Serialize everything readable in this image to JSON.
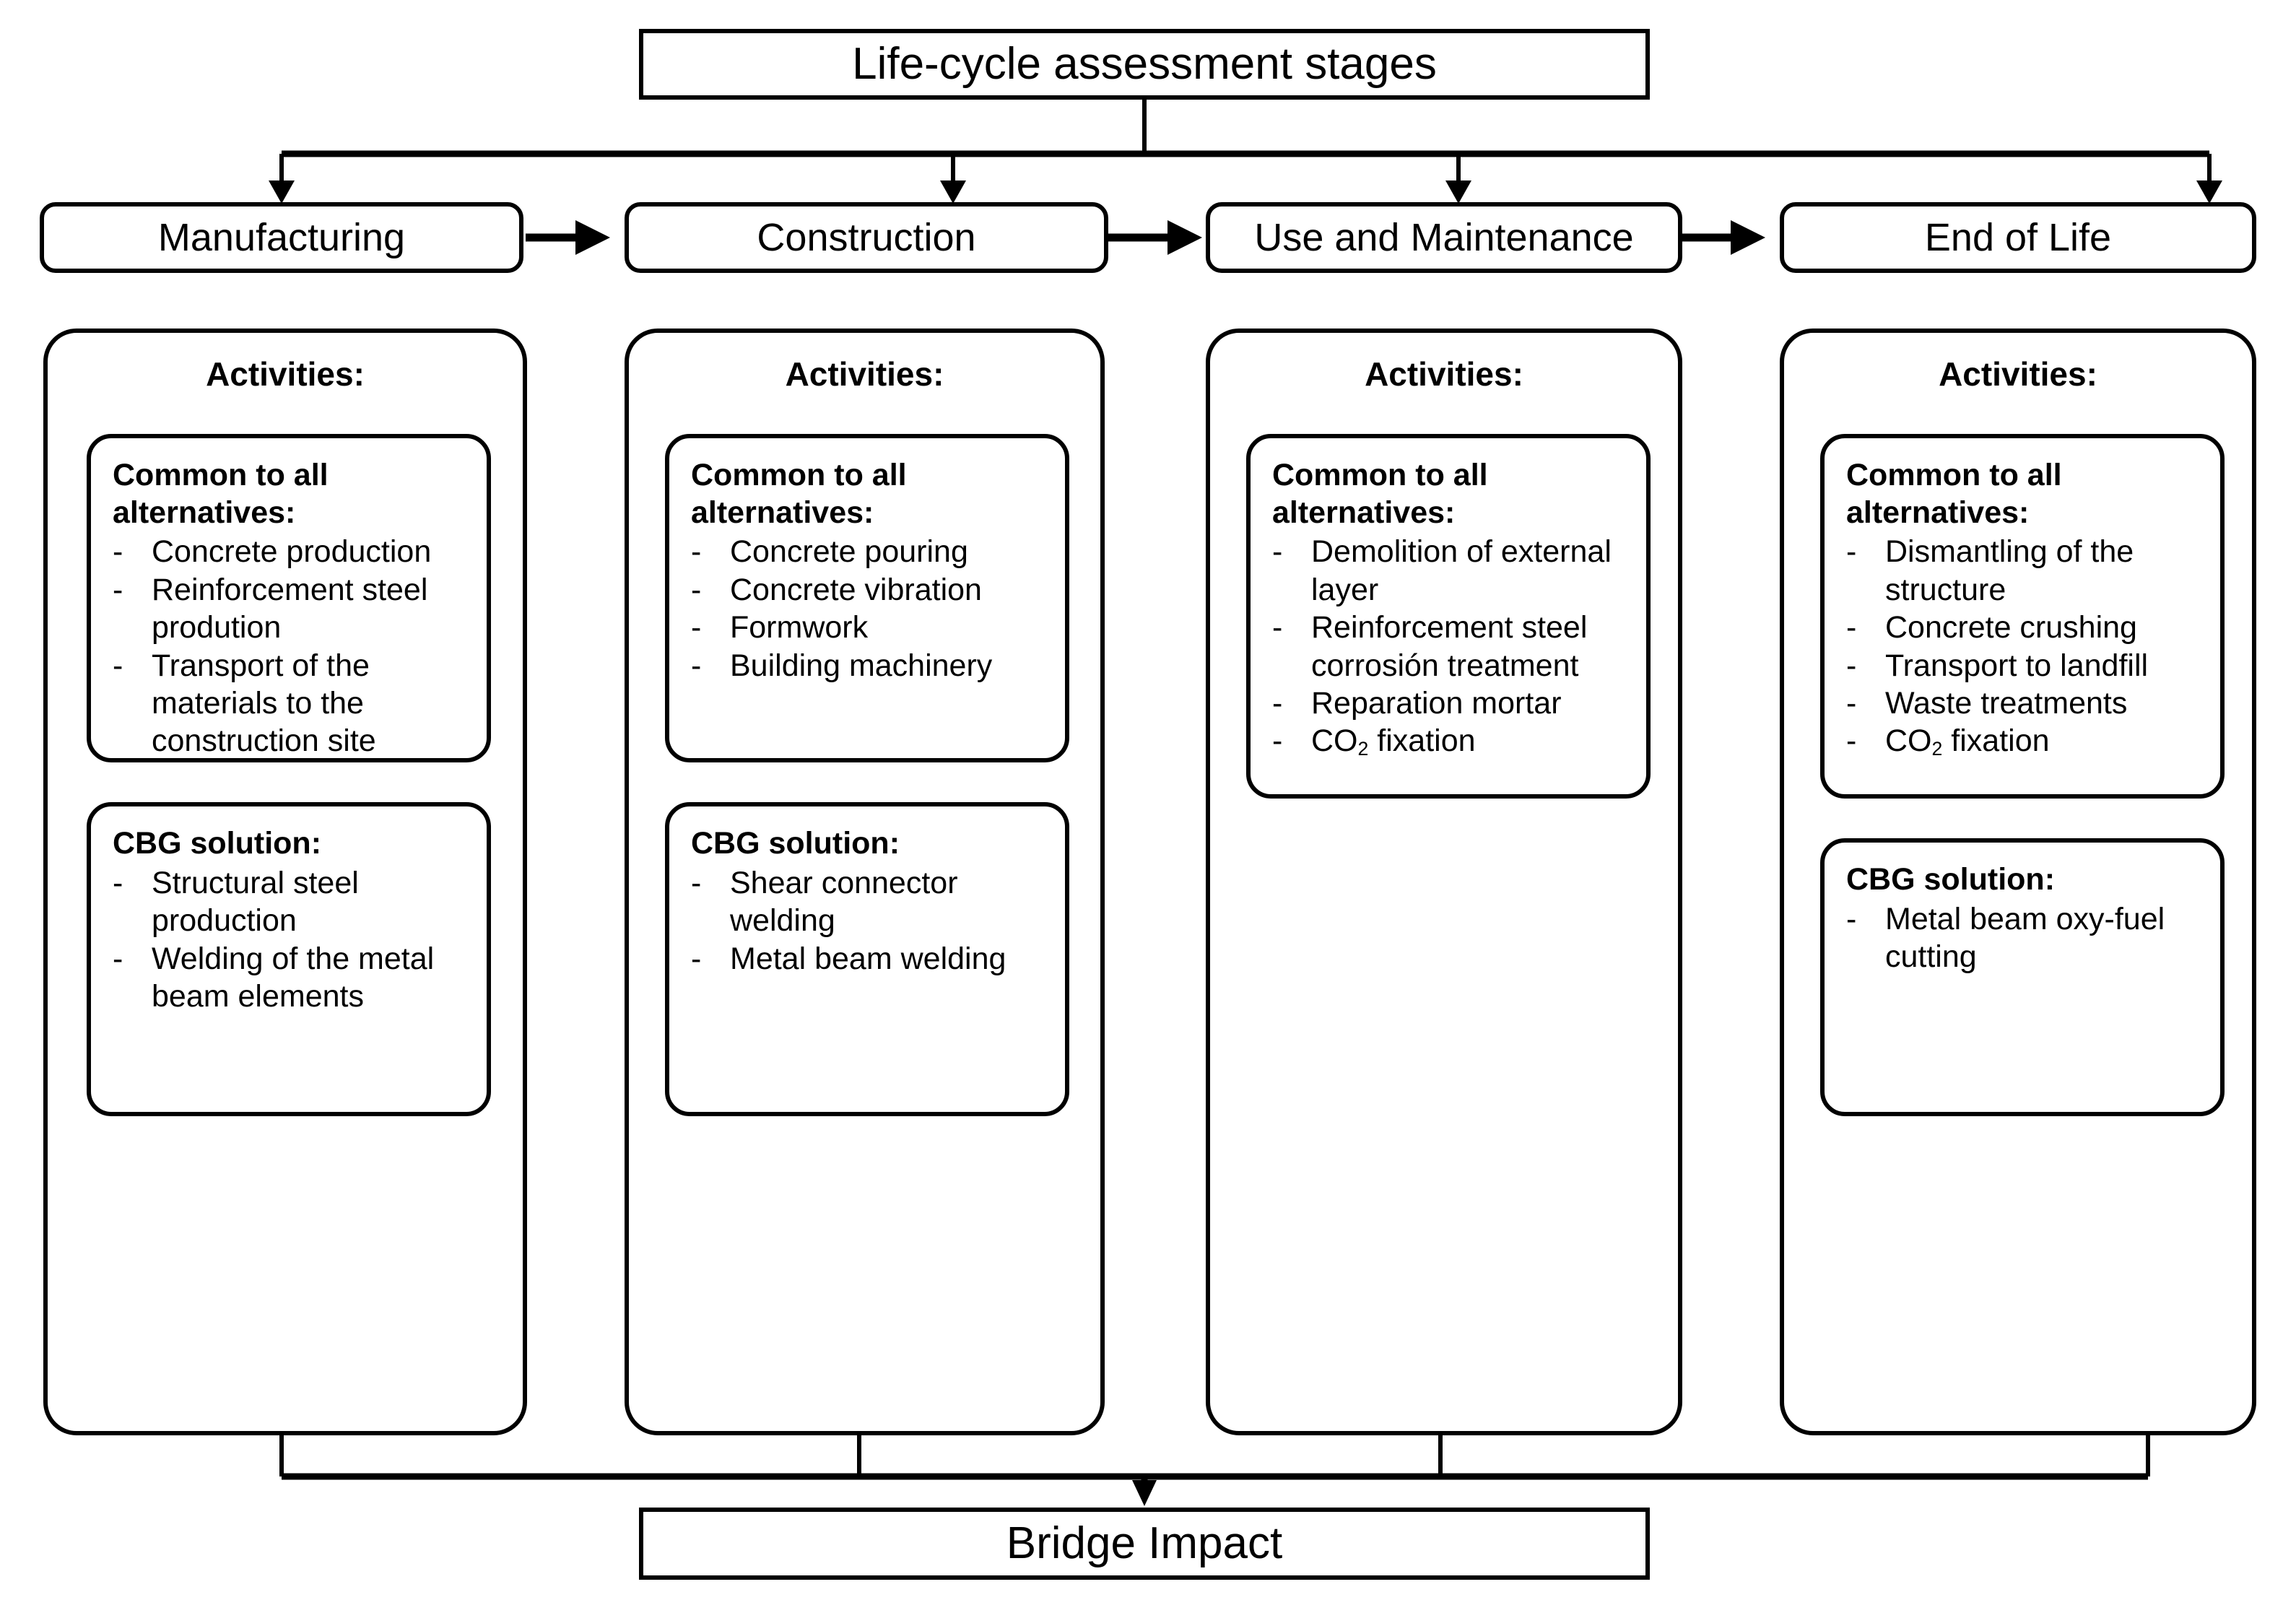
{
  "title": {
    "label": "Life-cycle assessment stages"
  },
  "bottom": {
    "label": "Bridge Impact"
  },
  "stages": [
    {
      "label": "Manufacturing"
    },
    {
      "label": "Construction"
    },
    {
      "label": "Use and Maintenance"
    },
    {
      "label": "End of Life"
    }
  ],
  "columns": [
    {
      "activities_heading": "Activities:",
      "common": {
        "title_line1": "Common to all",
        "title_line2": "alternatives:",
        "items": [
          "Concrete production",
          "Reinforcement steel prodution",
          "Transport of the materials to the construction site"
        ]
      },
      "cbg": {
        "title": "CBG solution:",
        "items": [
          "Structural steel production",
          "Welding of the metal beam elements"
        ]
      }
    },
    {
      "activities_heading": "Activities:",
      "common": {
        "title_line1": "Common to all",
        "title_line2": "alternatives:",
        "items": [
          "Concrete pouring",
          "Concrete vibration",
          "Formwork",
          "Building machinery"
        ]
      },
      "cbg": {
        "title": "CBG solution:",
        "items": [
          "Shear connector welding",
          "Metal beam welding"
        ]
      }
    },
    {
      "activities_heading": "Activities:",
      "common": {
        "title_line1": "Common to all",
        "title_line2": "alternatives:",
        "items": [
          "Demolition of external layer",
          "Reinforcement steel corrosión treatment",
          "Reparation mortar",
          "CO2 fixation"
        ]
      },
      "cbg": null
    },
    {
      "activities_heading": "Activities:",
      "common": {
        "title_line1": "Common to all",
        "title_line2": "alternatives:",
        "items": [
          "Dismantling of the structure",
          "Concrete crushing",
          "Transport to landfill",
          "Waste treatments",
          "CO2 fixation"
        ]
      },
      "cbg": {
        "title": "CBG solution:",
        "items": [
          "Metal beam oxy-fuel cutting"
        ]
      }
    }
  ],
  "colors": {
    "line": "#000000",
    "background": "#ffffff"
  }
}
